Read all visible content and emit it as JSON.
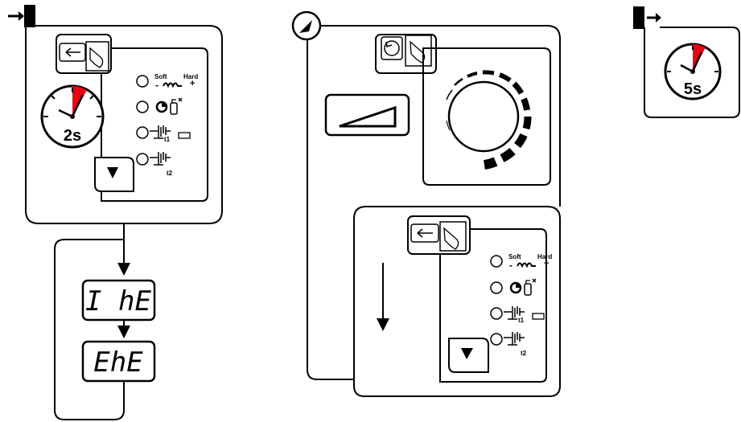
{
  "left_panel": {
    "timer_label": "2s",
    "menu": {
      "soft_label": "Soft",
      "hard_label": "Hard",
      "minus_sign": "-",
      "plus_sign": "+",
      "t1_label": "t1",
      "t2_label": "t2"
    },
    "displays": [
      "I hE",
      "EhE"
    ]
  },
  "middle_panel": {
    "menu": {
      "soft_label": "Soft",
      "hard_label": "Hard",
      "minus_sign": "-",
      "plus_sign": "+",
      "t1_label": "t1",
      "t2_label": "t2"
    }
  },
  "right_panel": {
    "timer_label": "5s"
  },
  "colors": {
    "line": "#000000",
    "timer_accent": "#e30613"
  }
}
